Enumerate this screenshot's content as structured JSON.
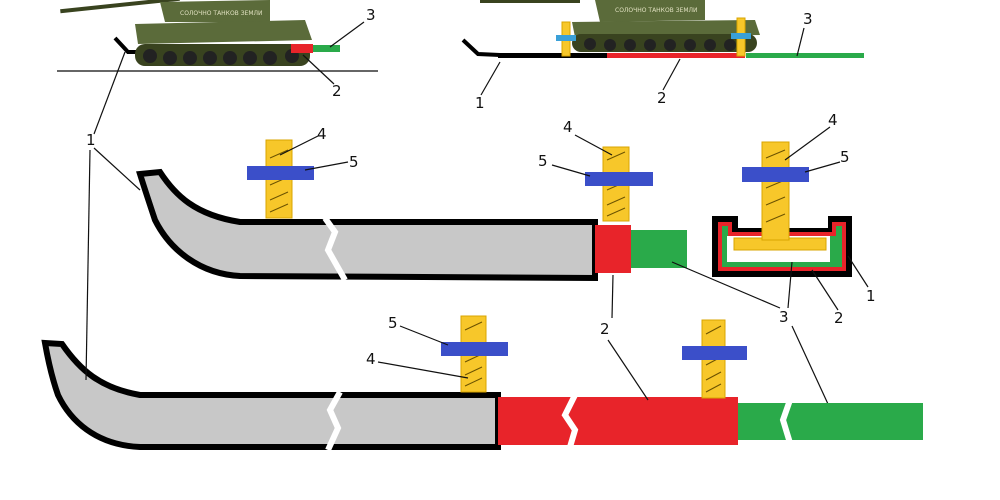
{
  "labels": {
    "l1": "1",
    "l2": "2",
    "l3": "3",
    "l4": "4",
    "l5": "5"
  },
  "tank_text": "СОЛОЧНО ТАНКОВ ЗЕМЛИ",
  "colors": {
    "ski_grey": "#c8c8c8",
    "red_part": "#e8242a",
    "green_part": "#2aaa4a",
    "bolt_yellow": "#f7c72a",
    "clamp_blue": "#3b4fc9",
    "tank_olive": "#5b6b3a"
  }
}
